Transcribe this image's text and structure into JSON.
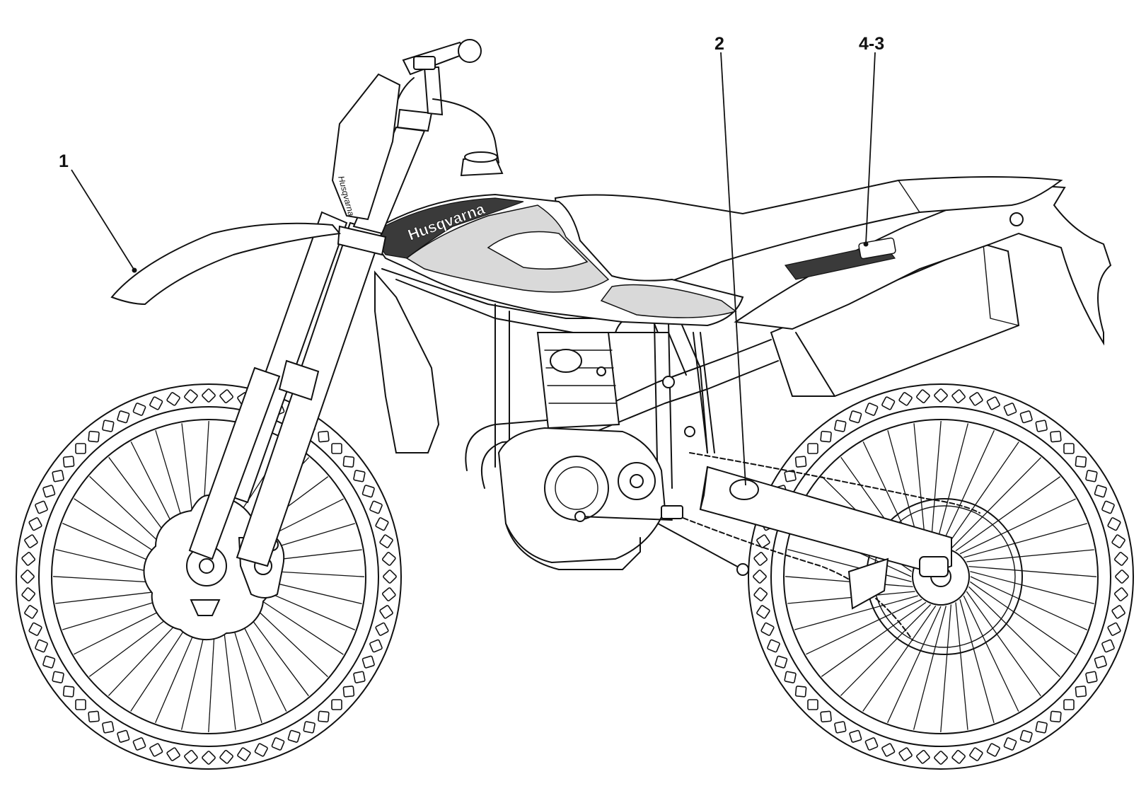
{
  "callouts": [
    {
      "id": "1",
      "label": "1"
    },
    {
      "id": "2",
      "label": "2"
    },
    {
      "id": "4-3",
      "label": "4-3"
    }
  ],
  "brand": {
    "tank_text": "Husqvarna",
    "headlight_text": "Husqvarna"
  },
  "colors": {
    "line": "#111111",
    "background": "#ffffff",
    "graphic_fill": "#d9d9d9"
  }
}
